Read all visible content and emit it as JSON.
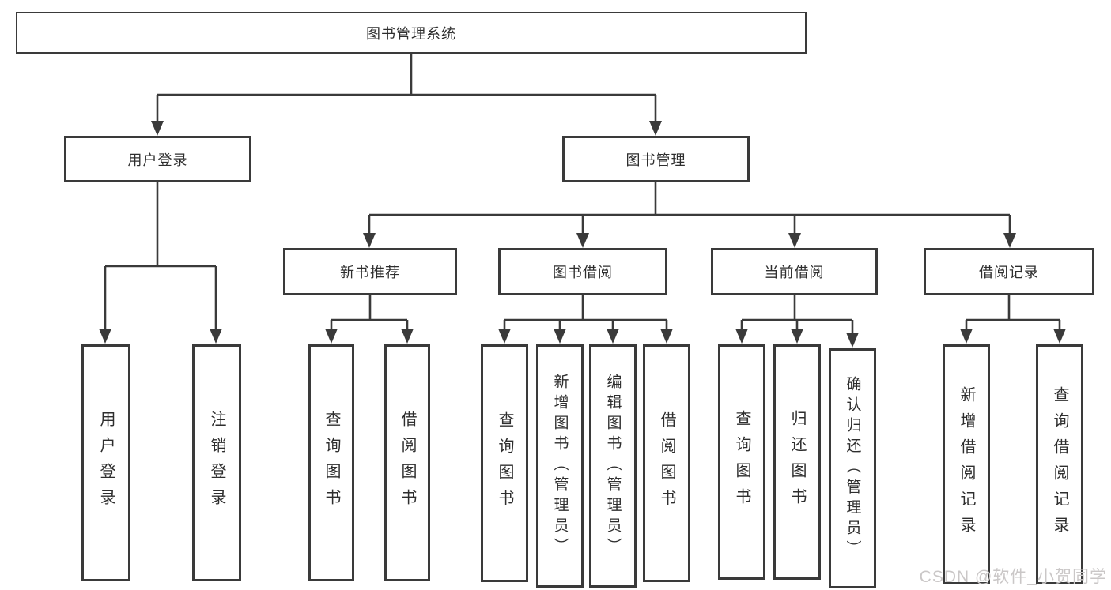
{
  "colors": {
    "line": "#3a3a3a",
    "text": "#2e2e2e",
    "watermark_text": "#cac7c7",
    "background": "#ffffff"
  },
  "watermark": {
    "text": "CSDN @软件_小贺同学"
  },
  "tree": {
    "root": {
      "label": "图书管理系统"
    },
    "branches": [
      {
        "label": "用户登录",
        "leaves": [
          {
            "label": "用户登录"
          },
          {
            "label": "注销登录"
          }
        ]
      },
      {
        "label": "图书管理",
        "groups": [
          {
            "label": "新书推荐",
            "leaves": [
              {
                "label": "查询图书"
              },
              {
                "label": "借阅图书"
              }
            ]
          },
          {
            "label": "图书借阅",
            "leaves": [
              {
                "label": "查询图书"
              },
              {
                "label": "新增图书（管理员）"
              },
              {
                "label": "编辑图书（管理员）"
              },
              {
                "label": "借阅图书"
              }
            ]
          },
          {
            "label": "当前借阅",
            "leaves": [
              {
                "label": "查询图书"
              },
              {
                "label": "归还图书"
              },
              {
                "label": "确认归还（管理员）"
              }
            ]
          },
          {
            "label": "借阅记录",
            "leaves": [
              {
                "label": "新增借阅记录"
              },
              {
                "label": "查询借阅记录"
              }
            ]
          }
        ]
      }
    ]
  }
}
